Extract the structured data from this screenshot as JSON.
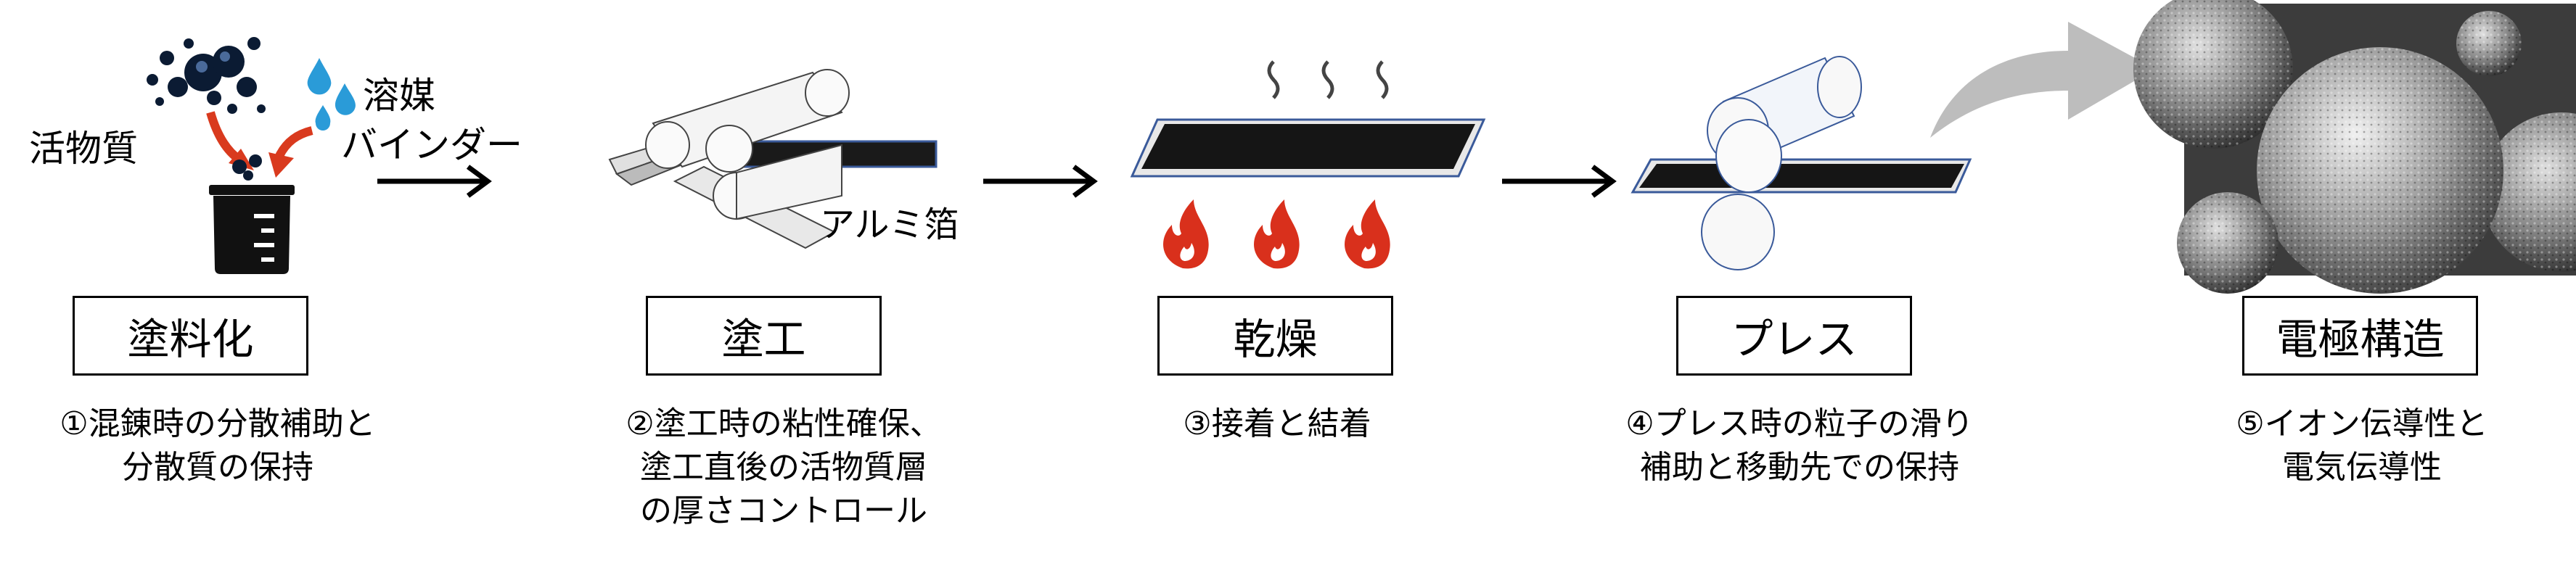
{
  "steps": [
    {
      "name": "塗料化",
      "desc": [
        "①混錬時の分散補助と",
        "分散質の保持"
      ]
    },
    {
      "name": "塗工",
      "desc": [
        "②塗工時の粘性確保、",
        "塗工直後の活物質層",
        "の厚さコントロール"
      ]
    },
    {
      "name": "乾燥",
      "desc": [
        "③接着と結着"
      ]
    },
    {
      "name": "プレス",
      "desc": [
        "④プレス時の粒子の滑り",
        "補助と移動先での保持"
      ]
    },
    {
      "name": "電極構造",
      "desc": [
        "⑤イオン伝導性と",
        "電気伝導性"
      ]
    }
  ],
  "labels": {
    "active_material": "活物質",
    "solvent": "溶媒",
    "binder": "バインダー",
    "aluminum_foil": "アルミ箔"
  },
  "colors": {
    "red_arrow": "#d93a1e",
    "water_blue": "#2a9bd8",
    "flame": "#d9301c",
    "gray_arrow": "#bdbdbd",
    "foil_edge": "#3a5a9a"
  }
}
